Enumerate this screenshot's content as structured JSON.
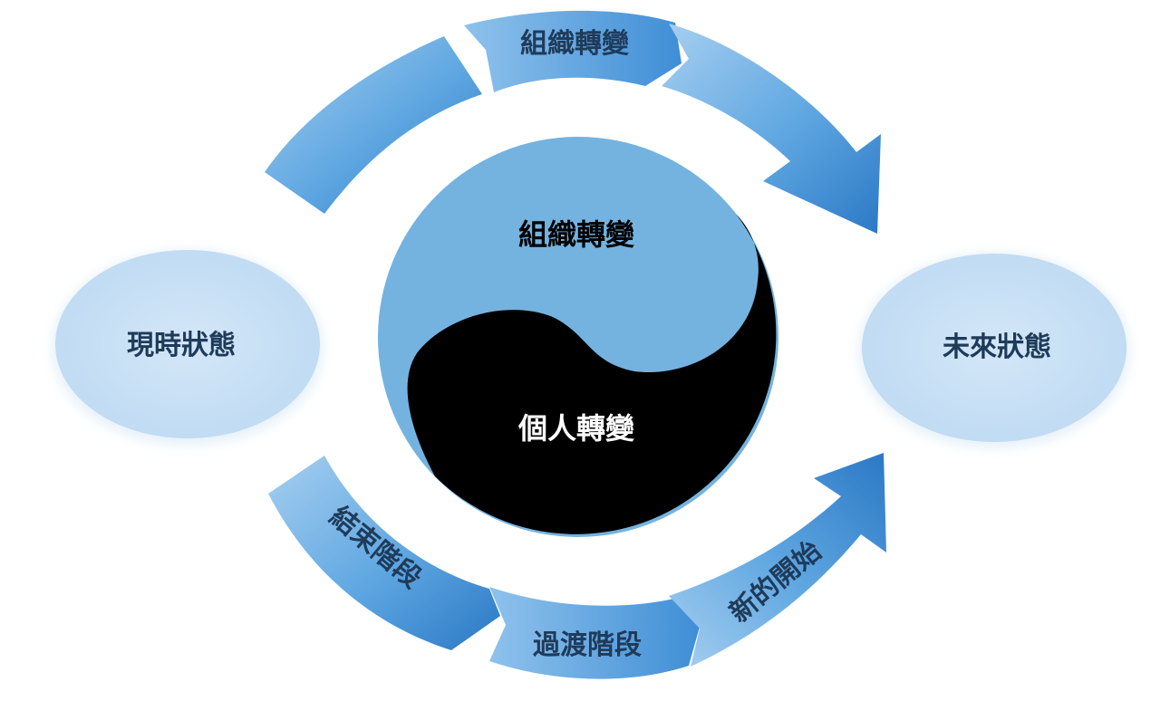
{
  "colors": {
    "arrow_light": "#9cc8ee",
    "arrow_mid": "#5ea6e1",
    "arrow_dark": "#2e7dc8",
    "ellipse_fill": "#c6dff4",
    "ellipse_text": "#1f3b5a",
    "yin_light": "#74b3e0",
    "yin_dark": "#000000",
    "arrow_text": "#1f3b5a",
    "dark_text": "#ffffff"
  },
  "diagram": {
    "current_state": "現時狀態",
    "future_state": "未來狀態",
    "top_arrow_label": "組織轉變",
    "center_top_label": "組織轉變",
    "center_bottom_label": "個人轉變",
    "phase_ending": "結束階段",
    "phase_transition": "過渡階段",
    "phase_new_beginning": "新的開始"
  }
}
